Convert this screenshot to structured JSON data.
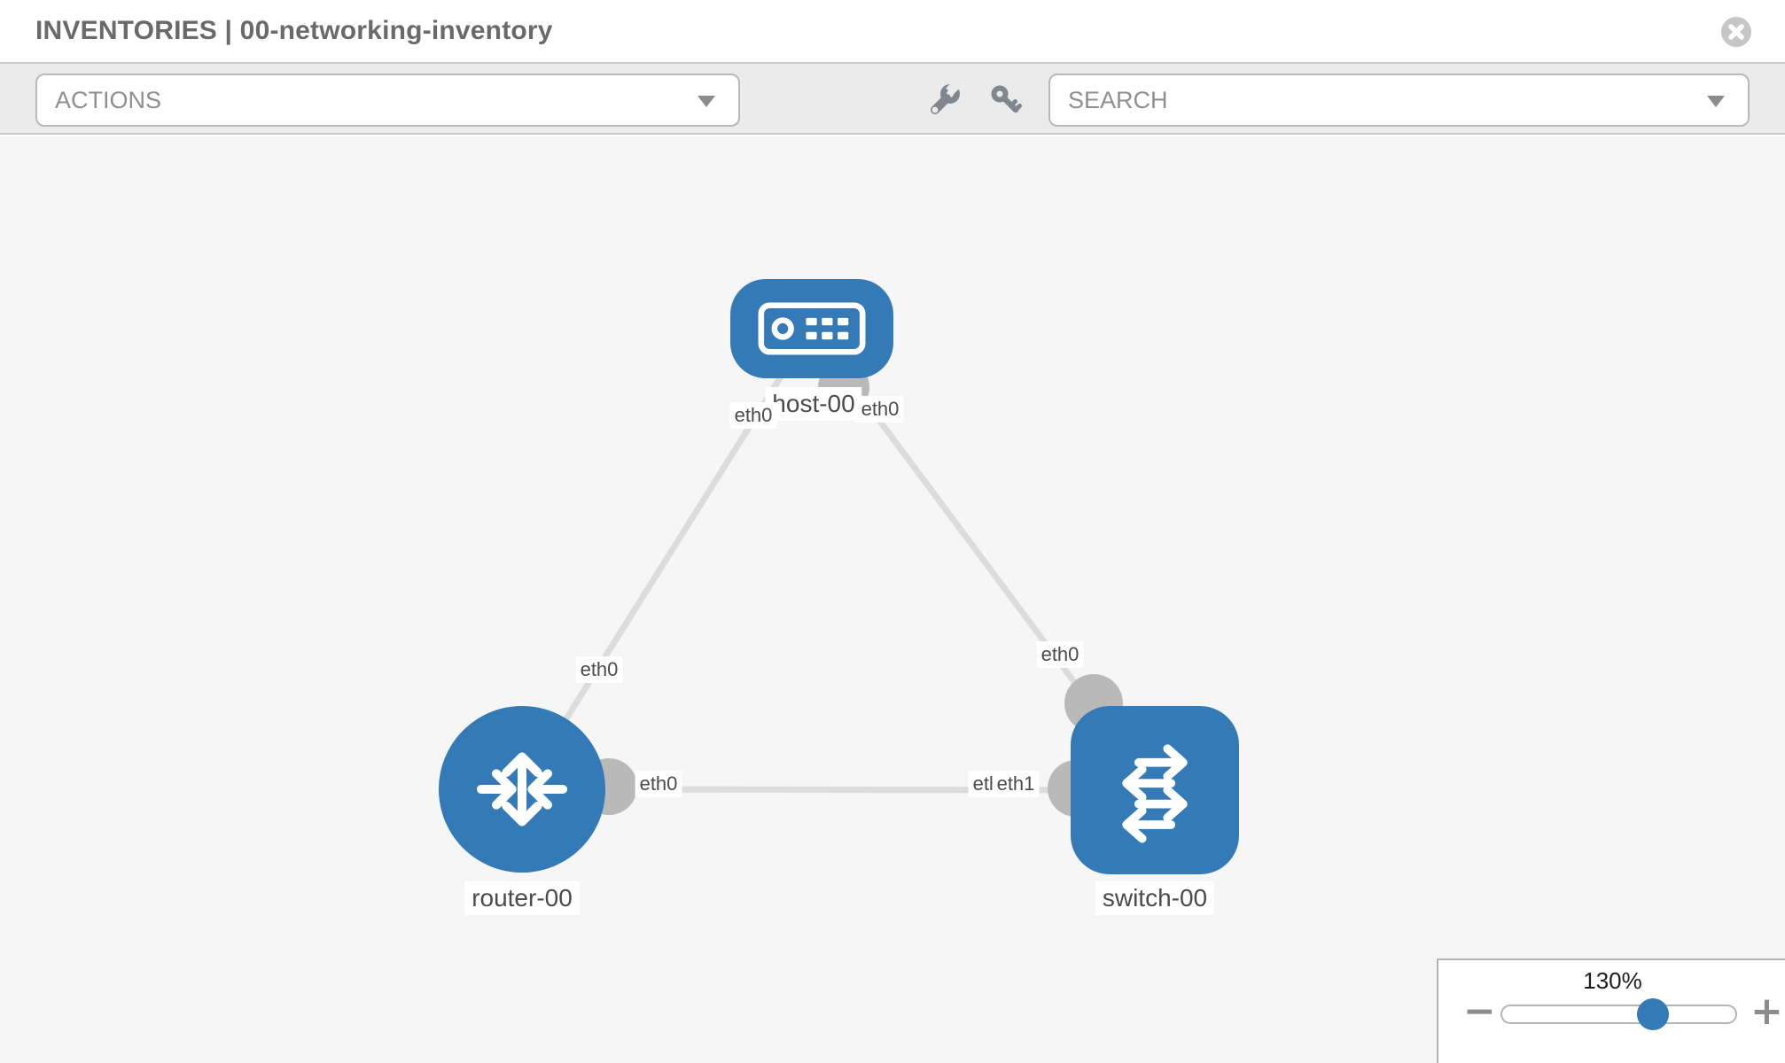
{
  "header": {
    "title": "INVENTORIES | 00-networking-inventory"
  },
  "toolbar": {
    "actions_label": "ACTIONS",
    "search_placeholder": "SEARCH",
    "icons": [
      "wrench-icon",
      "key-icon"
    ]
  },
  "topology": {
    "nodes": [
      {
        "id": "host-00",
        "label": "host-00",
        "type": "host",
        "shape": "rounded-rect",
        "icon": "host-icon"
      },
      {
        "id": "router-00",
        "label": "router-00",
        "type": "router",
        "shape": "circle",
        "icon": "router-icon"
      },
      {
        "id": "switch-00",
        "label": "switch-00",
        "type": "switch",
        "shape": "rounded-square",
        "icon": "switch-icon"
      }
    ],
    "links": [
      {
        "from": "host-00",
        "to": "router-00",
        "from_interface": "eth0",
        "to_interface": "eth0"
      },
      {
        "from": "host-00",
        "to": "switch-00",
        "from_interface": "eth0",
        "to_interface": "eth0"
      },
      {
        "from": "router-00",
        "to": "switch-00",
        "from_interface": "eth0",
        "to_interface": "eth1",
        "to_interface_overlapped": "eth0"
      }
    ]
  },
  "zoom_control": {
    "level": "130%",
    "minus_label": "−",
    "plus_label": "+"
  },
  "colors": {
    "node_blue": "#337ab7",
    "link_gray": "#dcdcdc",
    "stub_gray": "#b9b9b9",
    "canvas_bg": "#f6f6f6",
    "toolbar_bg": "#ebebeb"
  }
}
